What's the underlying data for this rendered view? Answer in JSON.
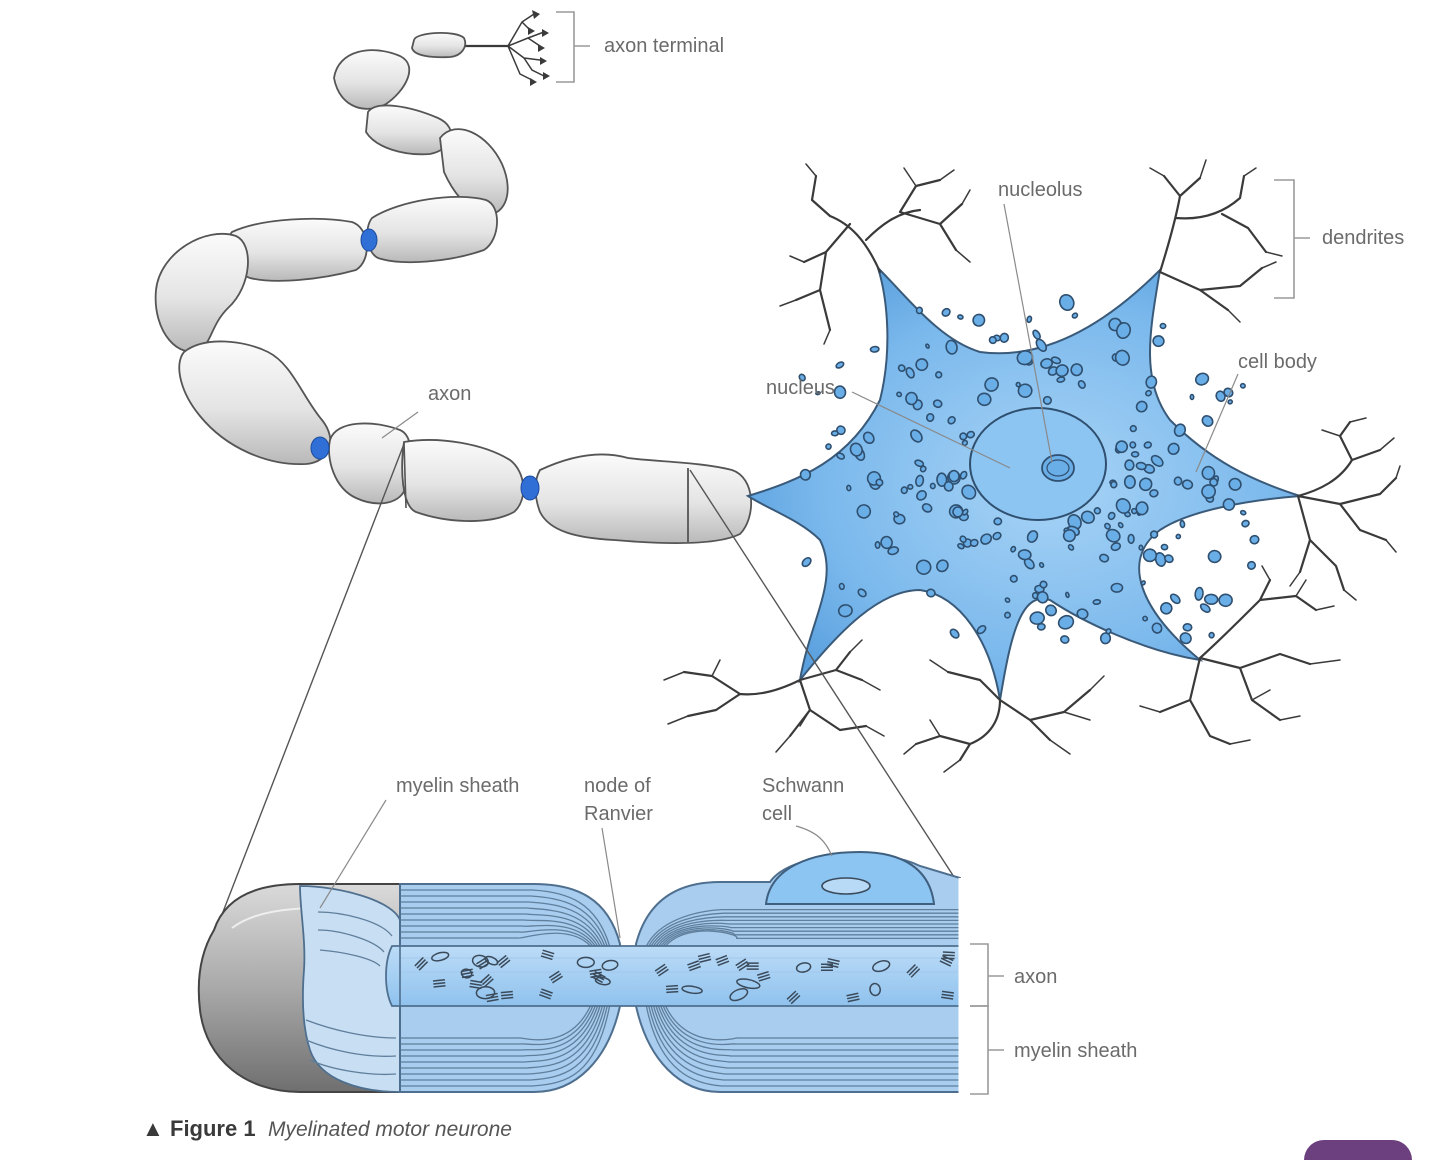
{
  "labels": {
    "axon_terminal": "axon terminal",
    "nucleolus": "nucleolus",
    "dendrites": "dendrites",
    "cell_body": "cell body",
    "nucleus": "nucleus",
    "axon_top": "axon",
    "myelin_sheath_top": "myelin sheath",
    "node_of_ranvier_line1": "node of",
    "node_of_ranvier_line2": "Ranvier",
    "schwann_cell_line1": "Schwann",
    "schwann_cell_line2": "cell",
    "axon_right": "axon",
    "myelin_sheath_right": "myelin sheath"
  },
  "caption": {
    "marker": "▲",
    "figure": "Figure 1",
    "text": "Myelinated motor neurone"
  },
  "colors": {
    "cytoplasm": "#78b6ec",
    "nucleus": "#8cc4f2",
    "node": "#2f6fd6",
    "myelin_face": "#cfe3f6",
    "segment": "#e9e9e9",
    "accent_tab": "#6c3f7e"
  }
}
